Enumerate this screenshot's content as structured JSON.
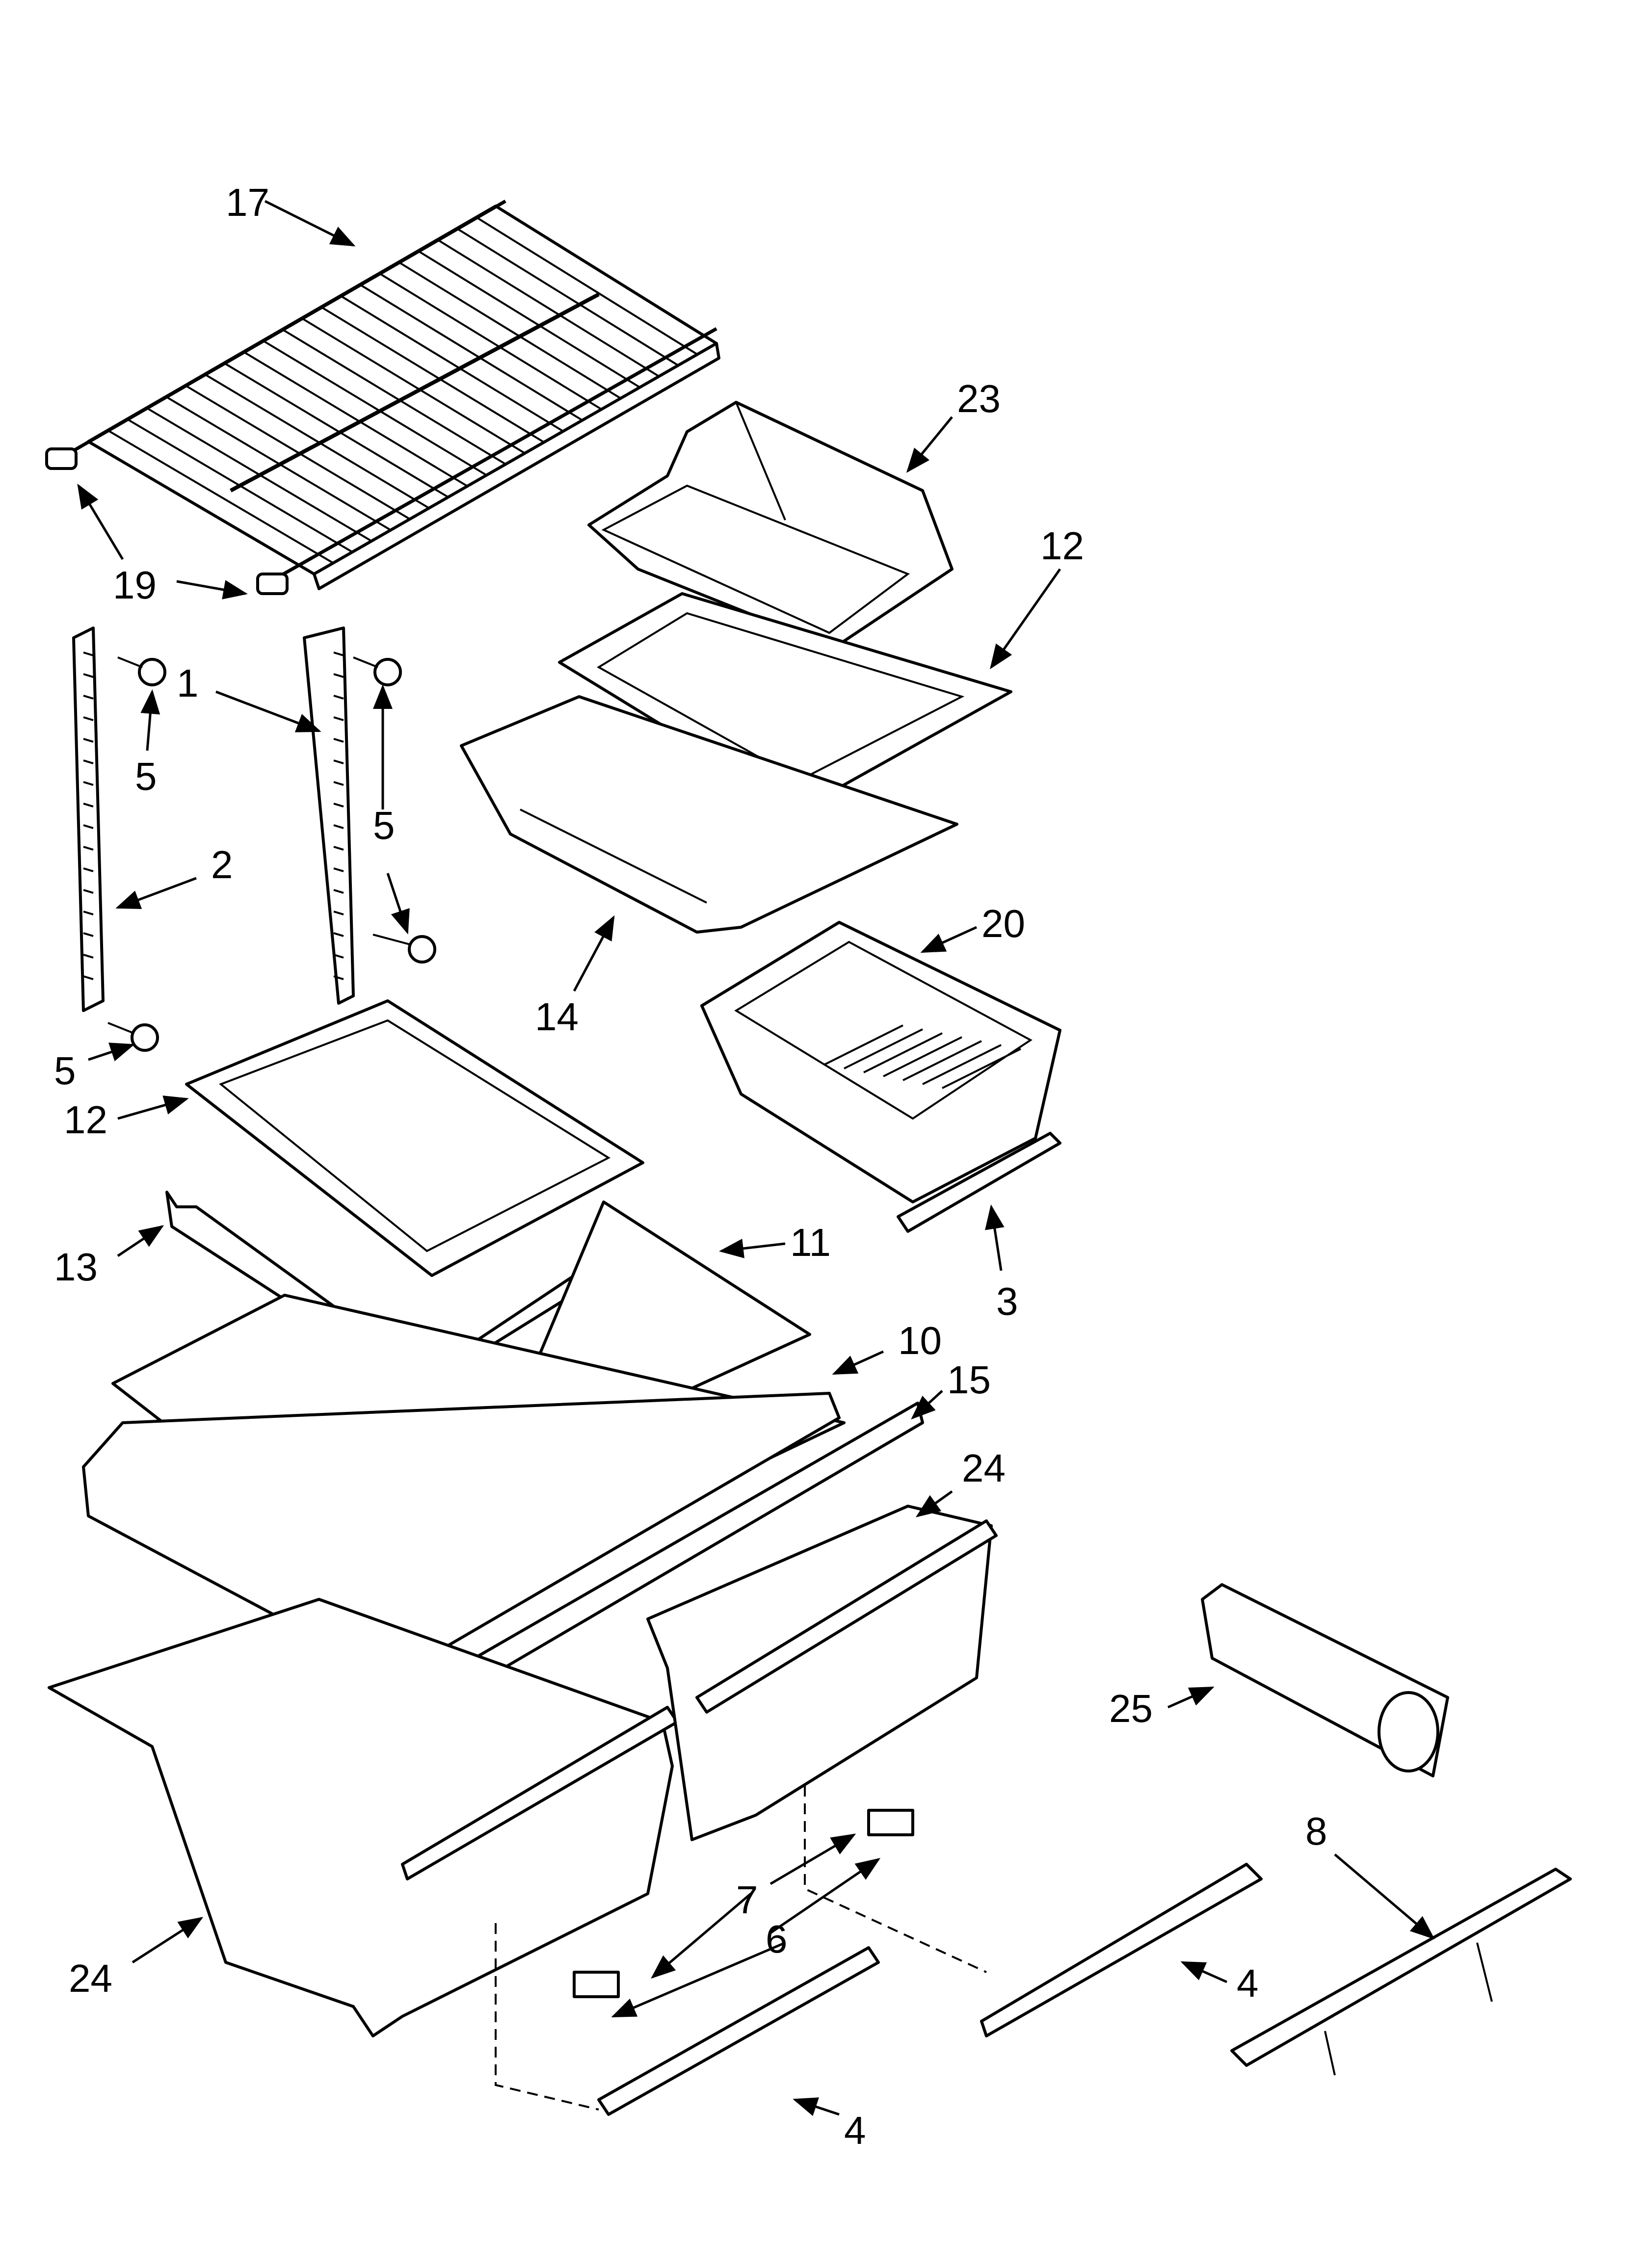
{
  "diagram": {
    "callouts": [
      {
        "id": "c17",
        "label": "17"
      },
      {
        "id": "c23",
        "label": "23"
      },
      {
        "id": "c12a",
        "label": "12"
      },
      {
        "id": "c19",
        "label": "19"
      },
      {
        "id": "c1",
        "label": "1"
      },
      {
        "id": "c5a",
        "label": "5"
      },
      {
        "id": "c5b",
        "label": "5"
      },
      {
        "id": "c2",
        "label": "2"
      },
      {
        "id": "c14",
        "label": "14"
      },
      {
        "id": "c20",
        "label": "20"
      },
      {
        "id": "c5c",
        "label": "5"
      },
      {
        "id": "c12b",
        "label": "12"
      },
      {
        "id": "c13",
        "label": "13"
      },
      {
        "id": "c11",
        "label": "11"
      },
      {
        "id": "c3",
        "label": "3"
      },
      {
        "id": "c10",
        "label": "10"
      },
      {
        "id": "c15",
        "label": "15"
      },
      {
        "id": "c24a",
        "label": "24"
      },
      {
        "id": "c25",
        "label": "25"
      },
      {
        "id": "c8",
        "label": "8"
      },
      {
        "id": "c7",
        "label": "7"
      },
      {
        "id": "c6",
        "label": "6"
      },
      {
        "id": "c24b",
        "label": "24"
      },
      {
        "id": "c4a",
        "label": "4"
      },
      {
        "id": "c4b",
        "label": "4"
      }
    ]
  }
}
